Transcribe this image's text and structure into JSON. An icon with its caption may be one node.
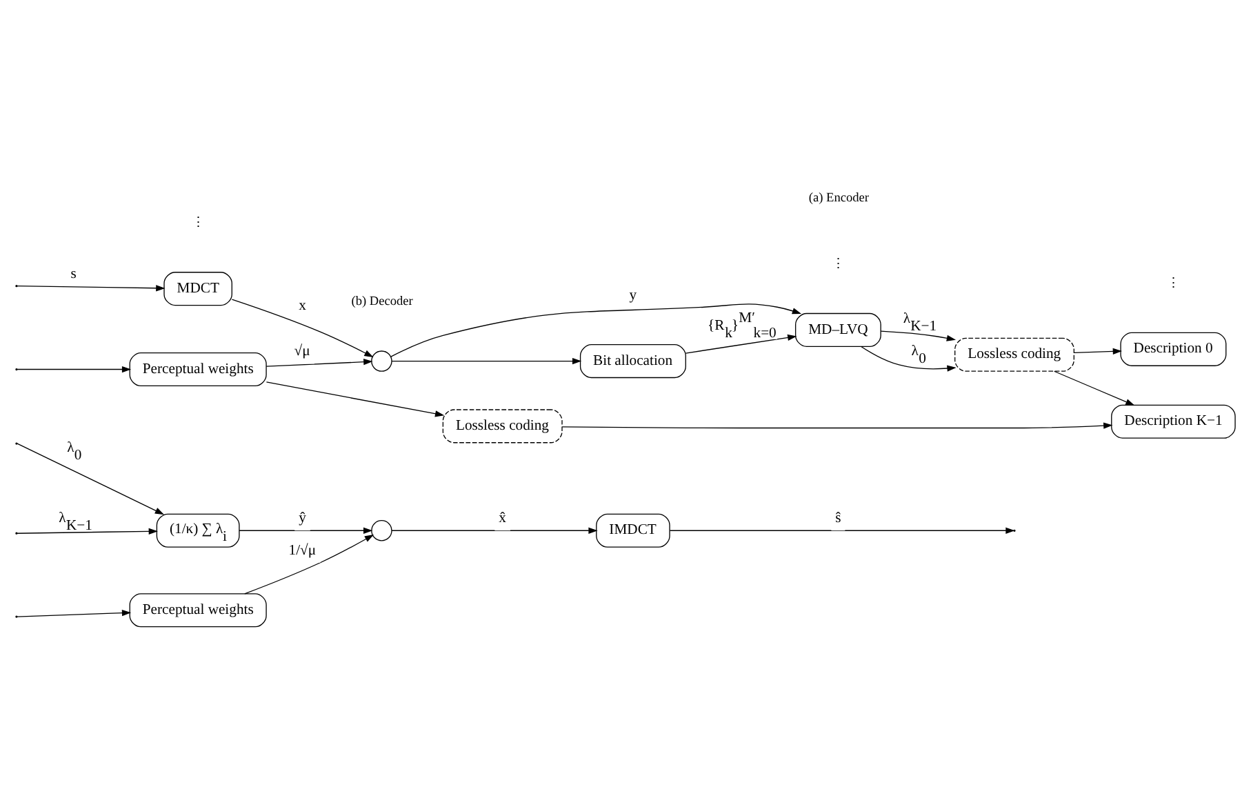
{
  "diagram": {
    "nodes": [
      {
        "text": [
          "MDCT"
        ]
      },
      {
        "text": [
          "Perceptual weights"
        ]
      },
      {
        "text": [],
        "shape": "circle"
      },
      {
        "text": [
          "Bit allocation"
        ]
      },
      {
        "text": [
          "MD–LVQ"
        ]
      },
      {
        "text": [
          "Lossless coding"
        ]
      },
      {
        "text": [
          "Lossless coding"
        ]
      },
      {
        "text": [
          "Description 0"
        ]
      },
      {
        "text": [
          "Description K−1"
        ]
      },
      {
        "text": [
          "(1/κ) ∑ λ$_{i}$"
        ]
      },
      {
        "text": [],
        "shape": "circle"
      },
      {
        "text": [
          "IMDCT"
        ]
      },
      {
        "text": [
          "Perceptual weights"
        ]
      }
    ],
    "edges": [
      {
        "from": null,
        "to": 0,
        "arrow": "to",
        "label": "s"
      },
      {
        "from": null,
        "to": 1,
        "arrow": "to"
      },
      {
        "from": 0,
        "to": 2,
        "arrow": "to",
        "label": "x"
      },
      {
        "from": 1,
        "to": 2,
        "arrow": "to",
        "label": "√μ"
      },
      {
        "from": 1,
        "to": 6,
        "arrow": "to"
      },
      {
        "from": 2,
        "to": 3,
        "arrow": "to"
      },
      {
        "from": 2,
        "to": 4,
        "arrow": "to",
        "label": "y"
      },
      {
        "from": 3,
        "to": 4,
        "arrow": "to",
        "label": "{R$_{k}$}$^{M′}$$_{k=0}$"
      },
      {
        "from": 4,
        "to": 5,
        "arrow": "to",
        "label": "λ$_{0}$"
      },
      {
        "from": 4,
        "to": 5,
        "arrow": "to",
        "label": "λ$_{K−1}$"
      },
      {
        "from": 5,
        "to": 7,
        "arrow": "to"
      },
      {
        "from": 5,
        "to": 8,
        "arrow": "to"
      },
      {
        "from": 6,
        "to": 8,
        "arrow": "to"
      },
      {
        "from": null,
        "to": 9,
        "arrow": "to",
        "label": "λ$_{0}$"
      },
      {
        "from": null,
        "to": 9,
        "arrow": "to",
        "label": "λ$_{K−1}$"
      },
      {
        "from": 9,
        "to": 10,
        "arrow": "to",
        "label": "ŷ"
      },
      {
        "from": null,
        "to": 12,
        "arrow": "to"
      },
      {
        "from": 12,
        "to": 10,
        "arrow": "to",
        "label": "1/√μ"
      },
      {
        "from": 10,
        "to": 11,
        "arrow": "to",
        "label": "x̂"
      },
      {
        "from": 11,
        "to": null,
        "arrow": "to",
        "label": "ŝ"
      }
    ],
    "labels": [
      "⋮",
      "⋮",
      "(a) Encoder",
      "⋮",
      "(b) Decoder"
    ]
  }
}
